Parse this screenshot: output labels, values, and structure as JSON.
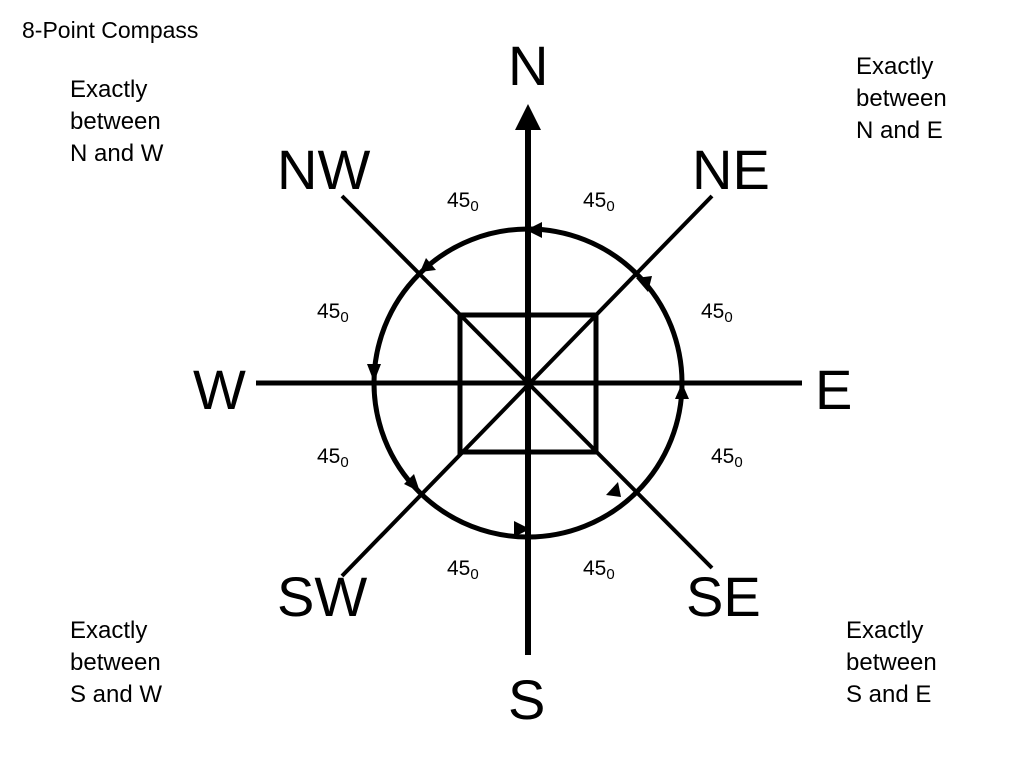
{
  "title": "8-Point Compass",
  "directions": {
    "n": "N",
    "s": "S",
    "e": "E",
    "w": "W",
    "nw": "NW",
    "ne": "NE",
    "sw": "SW",
    "se": "SE"
  },
  "notes": {
    "ne": [
      "Exactly",
      "between",
      "N and E"
    ],
    "nw": [
      "Exactly",
      "between",
      "N and W"
    ],
    "sw": [
      "Exactly",
      "between",
      "S and W"
    ],
    "se": [
      "Exactly",
      "between",
      "S and E"
    ]
  },
  "angle": {
    "value": "45",
    "suffix": "0"
  },
  "colors": {
    "ink": "#000000",
    "background": "#ffffff"
  }
}
